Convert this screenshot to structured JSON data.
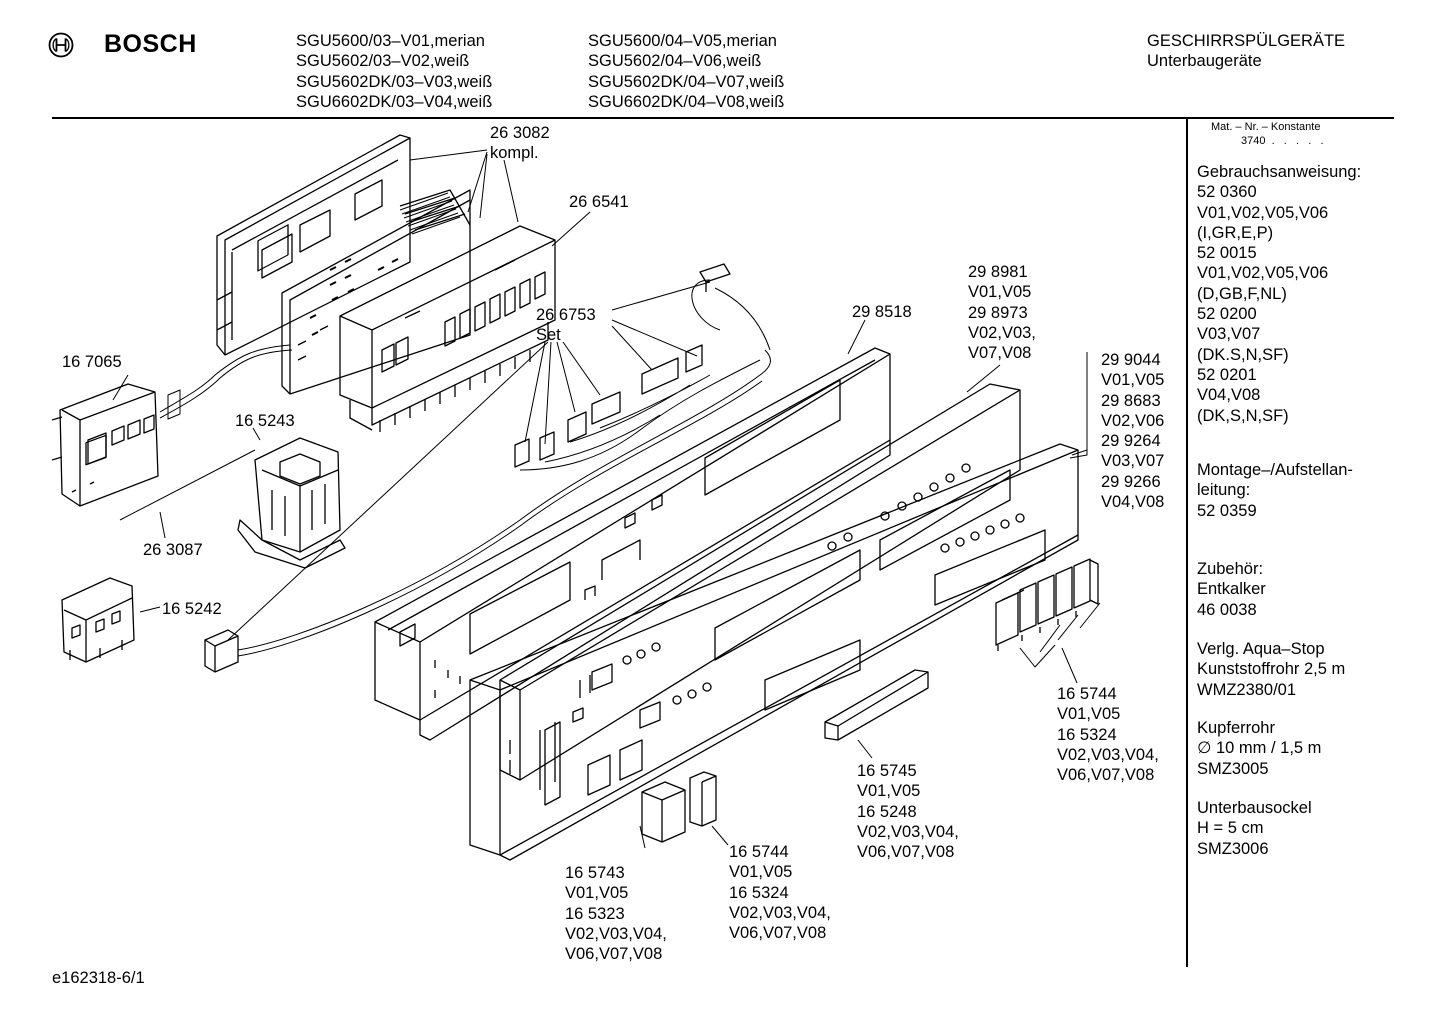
{
  "header": {
    "brand": "BOSCH",
    "models_col1": [
      "SGU5600/03–V01,merian",
      "SGU5602/03–V02,weiß",
      "SGU5602DK/03–V03,weiß",
      "SGU6602DK/03–V04,weiß"
    ],
    "models_col2": [
      "SGU5600/04–V05,merian",
      "SGU5602/04–V06,weiß",
      "SGU5602DK/04–V07,weiß",
      "SGU6602DK/04–V08,weiß"
    ],
    "category": [
      "GESCHIRRSPÜLGERÄTE",
      "Unterbaugeräte"
    ]
  },
  "sidebar": {
    "mat_label": "Mat. – Nr. – Konstante",
    "mat_value": "3740  .   .   .   .   .",
    "blocks": [
      [
        "Gebrauchsanweisung:",
        "52 0360",
        "V01,V02,V05,V06",
        "(I,GR,E,P)",
        "52 0015",
        "V01,V02,V05,V06",
        "(D,GB,F,NL)",
        "52 0200",
        "V03,V07",
        "(DK.S,N,SF)",
        "52 0201",
        "V04,V08",
        "(DK,S,N,SF)"
      ],
      [
        "Montage–/Aufstellan-",
        "leitung:",
        "52 0359"
      ],
      [
        "Zubehör:",
        "Entkalker",
        "46 0038"
      ],
      [
        "Verlg. Aqua–Stop",
        "Kunststoffrohr 2,5 m",
        "WMZ2380/01"
      ],
      [
        "Kupferrohr",
        "∅ 10 mm / 1,5 m",
        "SMZ3005"
      ],
      [
        "Unterbausockel",
        "H = 5 cm",
        "SMZ3006"
      ]
    ]
  },
  "labels": {
    "l263082": [
      "26 3082",
      "kompl."
    ],
    "l266541": [
      "26 6541"
    ],
    "l266753": [
      "26 6753",
      "Set"
    ],
    "l298518": [
      "29 8518"
    ],
    "l298981": [
      "29 8981",
      "V01,V05",
      "29 8973",
      "V02,V03,",
      "V07,V08"
    ],
    "l299044": [
      "29 9044",
      "V01,V05",
      "29 8683",
      "V02,V06",
      "29 9264",
      "V03,V07",
      "29 9266",
      "V04,V08"
    ],
    "l167065": [
      "16 7065"
    ],
    "l165243": [
      "16 5243"
    ],
    "l263087": [
      "26 3087"
    ],
    "l165242": [
      "16 5242"
    ],
    "l165744r": [
      "16 5744",
      "V01,V05",
      "16 5324",
      "V02,V03,V04,",
      "V06,V07,V08"
    ],
    "l165745": [
      "16 5745",
      "V01,V05",
      "16 5248",
      "V02,V03,V04,",
      "V06,V07,V08"
    ],
    "l165743": [
      "16 5743",
      "V01,V05",
      "16 5323",
      "V02,V03,V04,",
      "V06,V07,V08"
    ],
    "l165744b": [
      "16 5744",
      "V01,V05",
      "16 5324",
      "V02,V03,V04,",
      "V06,V07,V08"
    ]
  },
  "footer": {
    "code": "e162318-6/1"
  }
}
